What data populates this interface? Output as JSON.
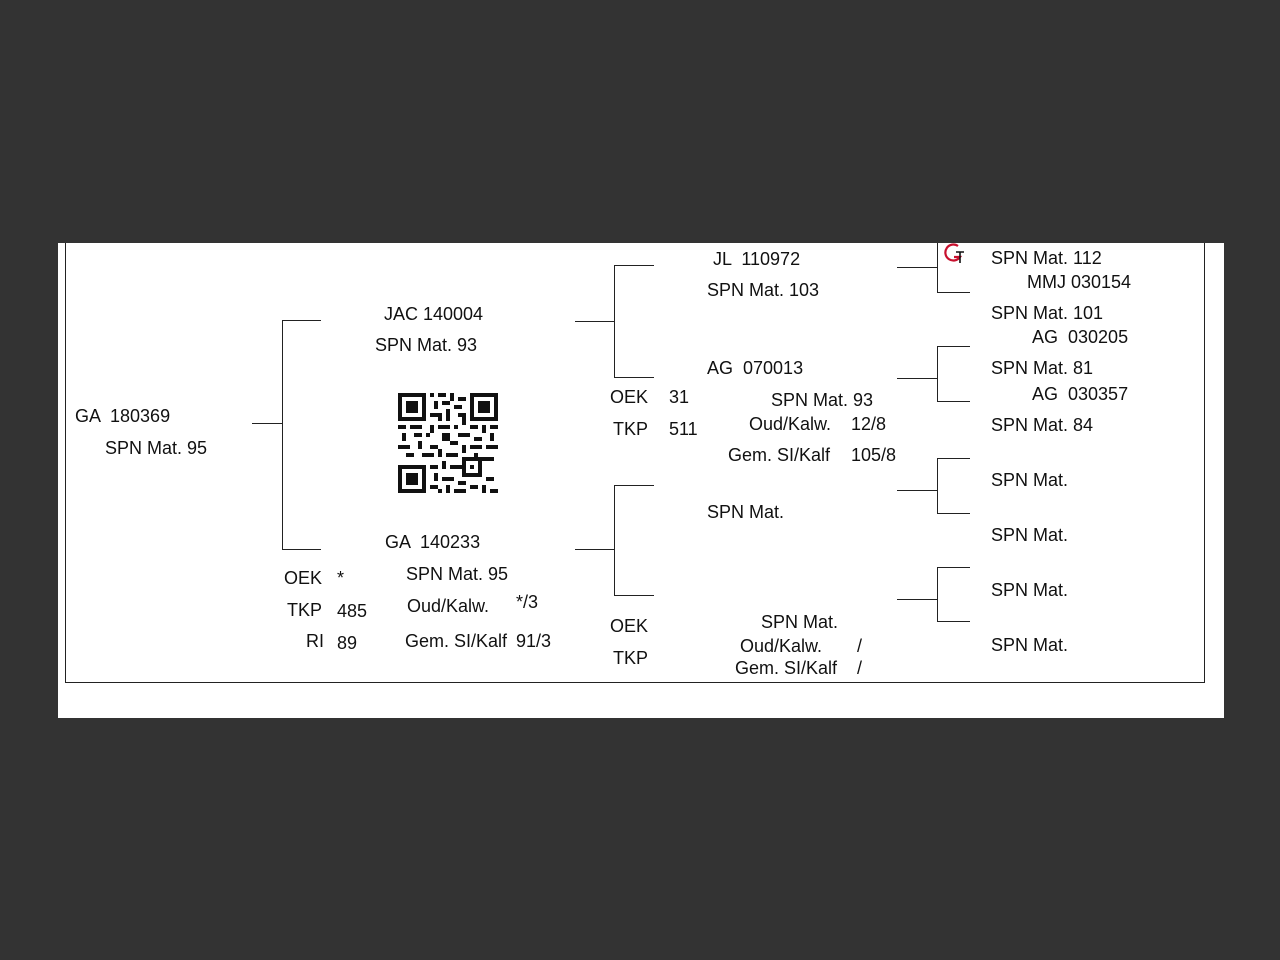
{
  "subject": {
    "id": "GA  180369",
    "spn": "SPN Mat. 95"
  },
  "sire": {
    "id": "JAC 140004",
    "spn": "SPN Mat. 93"
  },
  "dam": {
    "id": "GA  140233",
    "spn": "SPN Mat. 95",
    "oek_label": "OEK",
    "oek_value": "*",
    "tkp_label": "TKP",
    "tkp_value": "485",
    "ri_label": "RI",
    "ri_value": "89",
    "oud_label": "Oud/Kalw.",
    "oud_value": "*/3",
    "gem_label": "Gem. SI/Kalf",
    "gem_value": "91/3"
  },
  "sire_block": {
    "oek_label": "OEK",
    "oek_value": "31",
    "tkp_label": "TKP",
    "tkp_value": "511"
  },
  "dam_block": {
    "oek_label": "OEK",
    "tkp_label": "TKP"
  },
  "gen3": {
    "ss": {
      "id": "JL  110972",
      "spn": "SPN Mat. 103"
    },
    "sd": {
      "id": "AG  070013",
      "spn": "SPN Mat. 93",
      "oud_label": "Oud/Kalw.",
      "oud_value": "12/8",
      "gem_label": "Gem. SI/Kalf",
      "gem_value": "105/8"
    },
    "ds": {
      "spn": "SPN Mat."
    },
    "dd": {
      "spn": "SPN Mat.",
      "oud_label": "Oud/Kalw.",
      "oud_value": "/",
      "gem_label": "Gem. SI/Kalf",
      "gem_value": "/"
    }
  },
  "gen4": [
    {
      "spn": "SPN Mat. 112"
    },
    {
      "id": "MMJ 030154",
      "spn": "SPN Mat. 101"
    },
    {
      "id": "AG  030205",
      "spn": "SPN Mat. 81"
    },
    {
      "id": "AG  030357",
      "spn": "SPN Mat. 84"
    },
    {
      "spn": "SPN Mat."
    },
    {
      "spn": "SPN Mat."
    },
    {
      "spn": "SPN Mat."
    },
    {
      "spn": "SPN Mat."
    }
  ],
  "icons": {
    "qr": "qr-code-icon",
    "logo": "breeder-logo-icon"
  },
  "colors": {
    "background": "#333333",
    "paper": "#ffffff",
    "logo_red": "#c8102e"
  }
}
